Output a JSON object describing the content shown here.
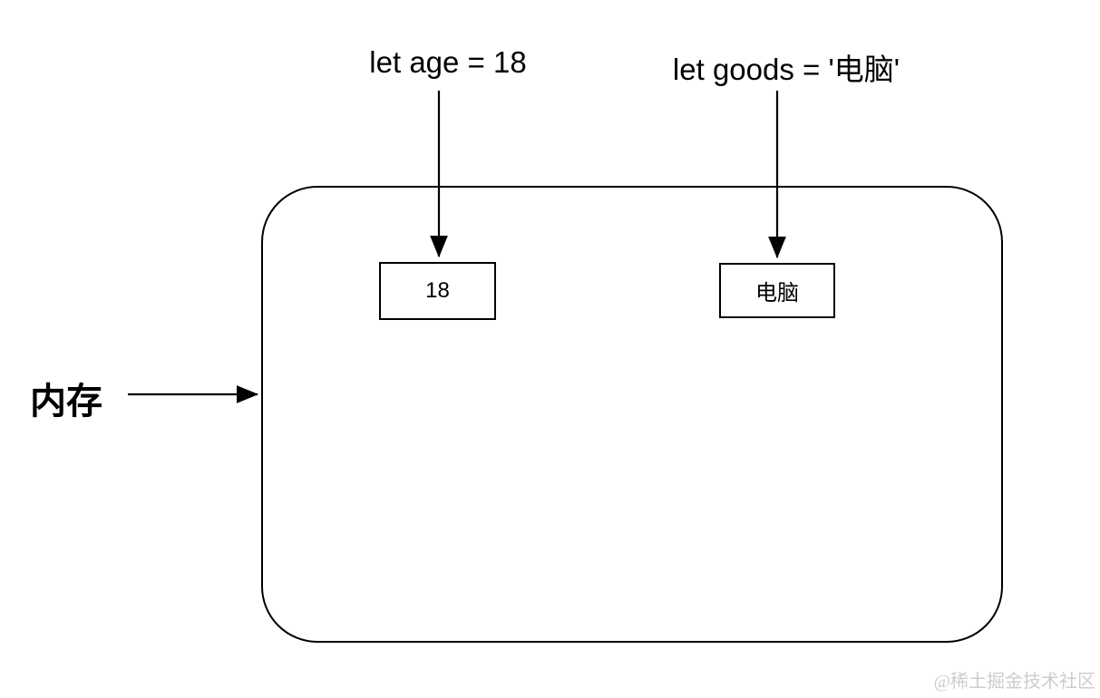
{
  "diagram": {
    "title_semantics": "js-variable-memory-diagram",
    "declarations": {
      "age": "let age = 18",
      "goods": "let goods = '电脑'"
    },
    "memory": {
      "label": "内存",
      "values": {
        "age": "18",
        "goods": "电脑"
      }
    },
    "watermark": "@稀土掘金技术社区",
    "colors": {
      "stroke": "#000000",
      "background": "#ffffff",
      "watermark_text": "#cdcdcd"
    }
  }
}
